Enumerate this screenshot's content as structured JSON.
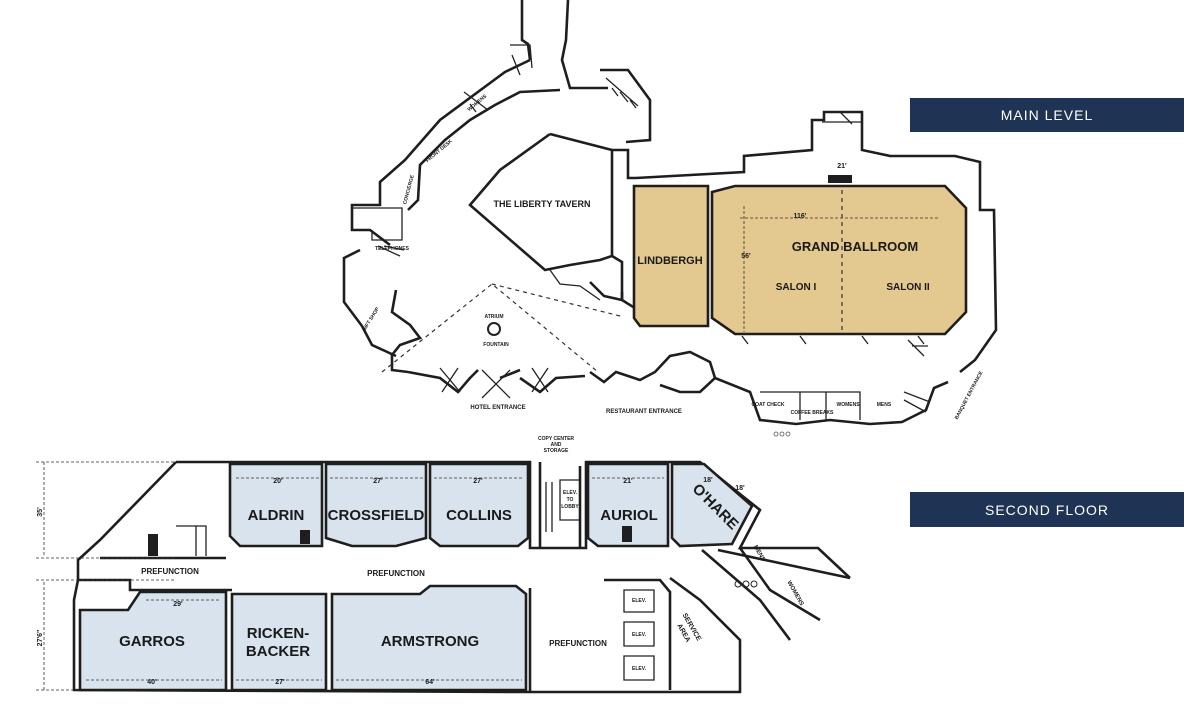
{
  "levels": {
    "main": "MAIN LEVEL",
    "second": "SECOND FLOOR"
  },
  "main_level": {
    "rooms": {
      "liberty_tavern": "THE LIBERTY TAVERN",
      "lindbergh": "LINDBERGH",
      "grand_ballroom": "GRAND BALLROOM",
      "salon_1": "SALON I",
      "salon_2": "SALON II"
    },
    "labels": {
      "atrium": "ATRIUM",
      "fountain": "FOUNTAIN",
      "hotel_entrance": "HOTEL ENTRANCE",
      "restaurant_entrance": "RESTAURANT ENTRANCE",
      "banquet_entrance": "BANQUET ENTRANCE",
      "gift_shop": "GIFT SHOP",
      "front_desk": "FRONT DESK",
      "concierge": "CONCIERGE",
      "telephones": "TELEPHONES",
      "womens": "WOMENS",
      "mens": "MENS",
      "coat_check": "COAT CHECK",
      "coffee_breaks": "COFFEE BREAKS"
    },
    "dims": {
      "ballroom_w": "116'",
      "ballroom_h": "56'",
      "stage": "21'"
    }
  },
  "second_floor": {
    "rooms": {
      "aldrin": "ALDRIN",
      "crossfield": "CROSSFIELD",
      "collins": "COLLINS",
      "auriol": "AURIOL",
      "ohare": "O'HARE",
      "garros": "GARROS",
      "rickenbacker_1": "RICKEN-",
      "rickenbacker_2": "BACKER",
      "armstrong": "ARMSTRONG"
    },
    "labels": {
      "prefunction": "PREFUNCTION",
      "service_area_1": "SERVICE",
      "service_area_2": "AREA",
      "mens": "MENS",
      "womens": "WOMENS",
      "elevator": "ELEV.",
      "elev_to_lobby_1": "ELEV.",
      "elev_to_lobby_2": "TO",
      "elev_to_lobby_3": "LOBBY",
      "copy_center_1": "COPY CENTER",
      "copy_center_2": "AND",
      "copy_center_3": "STORAGE"
    },
    "dims": {
      "aldrin": "20'",
      "crossfield": "27'",
      "collins": "27'",
      "auriol": "21'",
      "ohare_a": "18'",
      "ohare_b": "18'",
      "garros_top": "29'",
      "garros_bottom": "40'",
      "rickenbacker": "27'",
      "armstrong": "64'",
      "height_top": "35'",
      "height_bottom": "27'6\""
    }
  }
}
